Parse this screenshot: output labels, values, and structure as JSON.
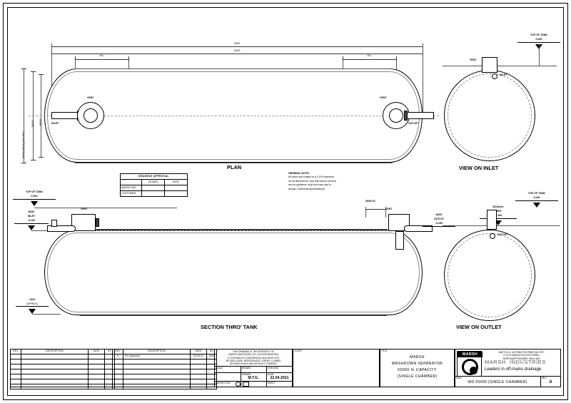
{
  "sheet": {
    "title_view_plan": "PLAN",
    "title_view_inlet": "VIEW ON INLET",
    "title_view_section": "SECTION THRO' TANK",
    "title_view_outlet": "VIEW ON OUTLET"
  },
  "plan": {
    "dim_overall_top": "10622",
    "dim_overall_bottom": "10623",
    "dim_nozzle_left": "400",
    "dim_nozzle_right": "400",
    "dim_diameter_equiv": "Ø2500 (OR EQUIVALENT)",
    "dim_diameter_outer": "Ø2502",
    "dim_diameter_inner": "Ø2500",
    "label_inlet": "INLET",
    "label_outlet": "OUTLET",
    "label_vent_left": "VENT",
    "label_vent_right": "VENT"
  },
  "view_inlet": {
    "label_top_of_tank": "TOP OF TANK",
    "level_top_of_tank": "0.000",
    "label_vent": "VENT",
    "label_inlet": "INLET"
  },
  "view_outlet": {
    "label_top_of_tank": "TOP OF TANK",
    "level_top_of_tank": "0.000",
    "label_vent_dia": "Ø110mm",
    "label_vent": "VENT",
    "level_vent": "-0.300",
    "label_outlet": "OUTLET"
  },
  "section": {
    "label_top_of_tank": "TOP OF TANK",
    "level_top_of_tank": "0.000",
    "inlet_dia": "Ø160",
    "inlet_label": "INLET",
    "inlet_level": "-0.100",
    "outlet_dia": "Ø160",
    "outlet_label": "OUTLET",
    "outlet_level": "-0.250",
    "vent_left_label": "VENT",
    "vent_right_label": "VENT",
    "vent_dia": "Ø600 ID",
    "base_level": "-3012",
    "base_note": "(APPROX)"
  },
  "approval": {
    "title": "DRAWING APPROVAL",
    "columns": [
      "",
      "SIGNED",
      "DATE"
    ],
    "rows": [
      {
        "label": "MARSH IND.",
        "signed": "",
        "date": ""
      },
      {
        "label": "CUSTOMER",
        "signed": "",
        "date": ""
      }
    ]
  },
  "general_note": {
    "heading": "GENERAL NOTE:",
    "lines": [
      "All tanks are subject to a 2.5% tolerance",
      "on all dimensions. Any internals (if shown)",
      "are for guidance only and may vary in",
      "design / individual specifications."
    ]
  },
  "revisions": {
    "columns_left": [
      "REV",
      "DESCRIPTION",
      "DATE",
      "BY"
    ],
    "columns_right": [
      "REV",
      "DESCRIPTION",
      "DATE",
      "BY"
    ],
    "rows_right": [
      {
        "rev": "A",
        "description": "For Approval",
        "date": "22.04.21",
        "by": "MJG"
      }
    ]
  },
  "copyright": {
    "lines": [
      "THIS DRAWING IS THE PROPERTY OF",
      "MARSH INDUSTRIES LTD. THE INFORMATION",
      "IT CONTAINS IS CONFIDENTIAL AND MUST NOT",
      "BE DISCLOSED, REPRODUCED, COPIED, LOANED",
      "OR USED IN ANY WAY WITHOUT CONSENT."
    ]
  },
  "meta": {
    "scale_label": "SCALE",
    "scale_value": "",
    "drawn_label": "DRAWN",
    "drawn_value": "M.T.G.",
    "date_label": "DATE",
    "date_value": "22.04.2021",
    "projection_label": "PROJECTION",
    "checked_label": "CHECKED",
    "sheet_label": "SHEET"
  },
  "title_block": {
    "client_label": "CLIENT",
    "product_lines": [
      "MARSH",
      "WASHDOWN SEPARATOR",
      "50000 ltr CAPACITY",
      "(SINGLE CHAMBER)"
    ],
    "title_label": "TITLE",
    "drawing_no_label": "DWG",
    "drawing_no": "WD 50000 (SINGLE CHAMBER)",
    "rev_label": "REV",
    "rev": "A"
  },
  "company": {
    "logo_word": "MARSH",
    "name": "MARSH  INDUSTRIES",
    "strapline": "Leaders in off-mains drainage",
    "address_lines": [
      "UNITS 9-12, ACCRINGTON PARK IND. EST.,",
      "LITTLE ADDINGTON, KETTERING,",
      "NORTHAMPTONSHIRE, NN14 4AS."
    ]
  },
  "colors": {
    "ink": "#000000",
    "thin": "#555555",
    "paper": "#ffffff"
  }
}
